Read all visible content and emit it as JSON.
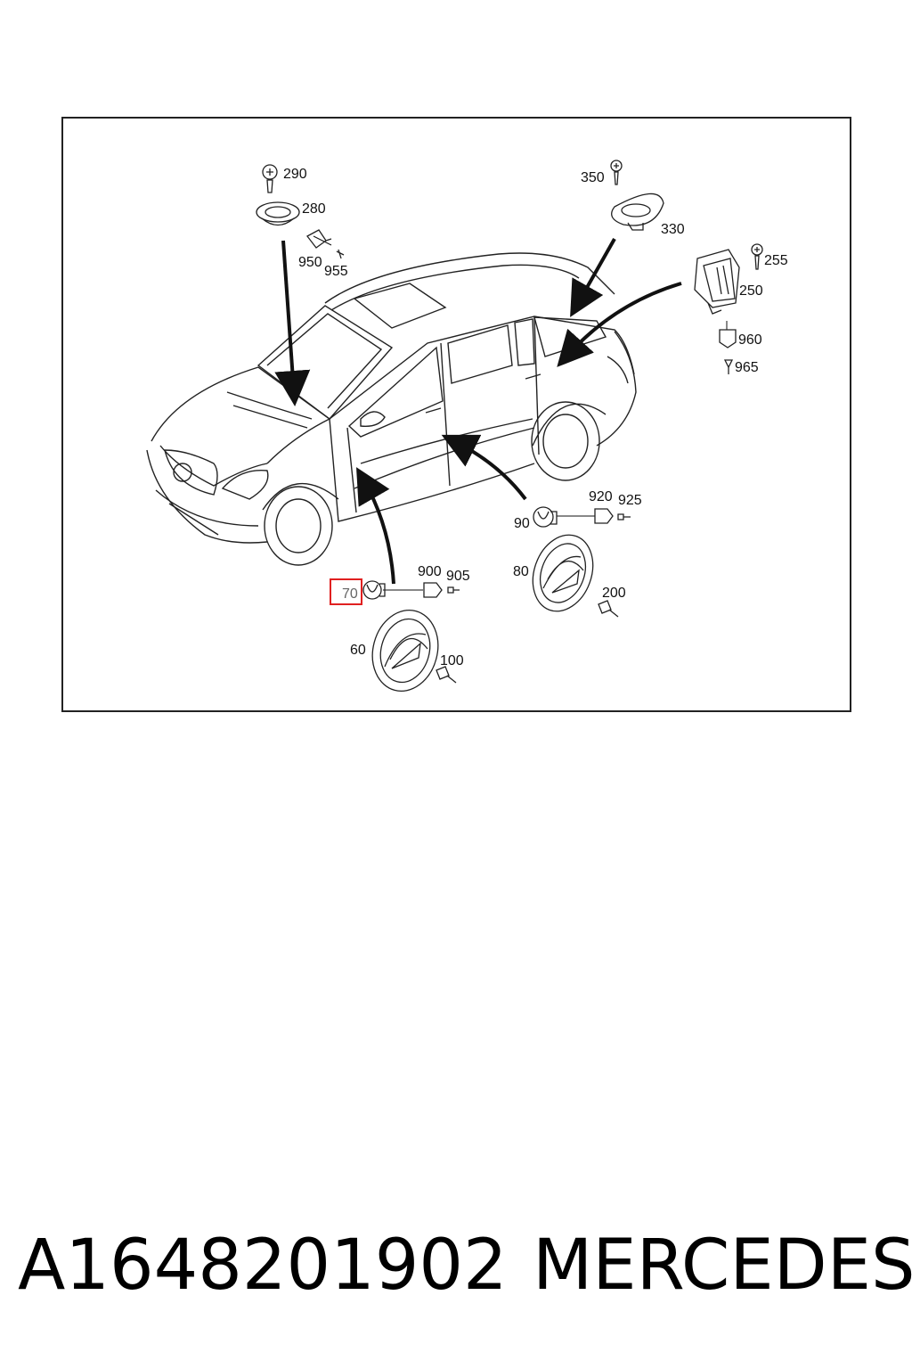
{
  "diagram": {
    "callouts": {
      "c290": "290",
      "c280": "280",
      "c950": "950",
      "c955": "955",
      "c350": "350",
      "c330": "330",
      "c255": "255",
      "c250": "250",
      "c960": "960",
      "c965": "965",
      "c920": "920",
      "c925": "925",
      "c90": "90",
      "c80": "80",
      "c200": "200",
      "c900": "900",
      "c905": "905",
      "c70": "70",
      "c60": "60",
      "c100": "100"
    },
    "highlighted": "70",
    "colors": {
      "highlight": "#e02020",
      "line": "#111111"
    }
  },
  "footer": {
    "part_number": "A1648201902",
    "brand": "MERCEDES"
  }
}
